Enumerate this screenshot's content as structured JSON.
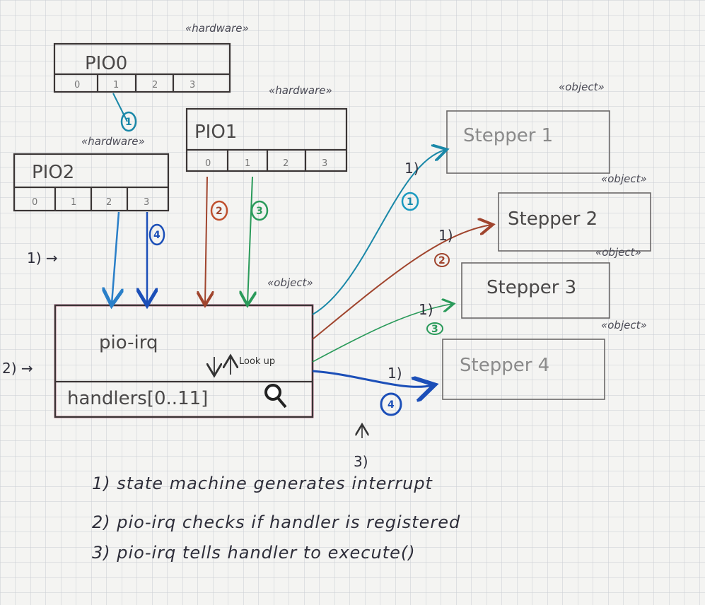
{
  "colors": {
    "paper": "#f4f4f2",
    "grid": "#c9ccd3",
    "teal": "#1a88a8",
    "blue": "#1c4fb8",
    "light_blue": "#2a7fc8",
    "red": "#a0452e",
    "green": "#2a9a5a",
    "magenta": "#b0406a"
  },
  "hardware": [
    {
      "stereotype": "«hardware»",
      "name": "PIO0",
      "cells": [
        "0",
        "1",
        "2",
        "3"
      ]
    },
    {
      "stereotype": "«hardware»",
      "name": "PIO1",
      "cells": [
        "0",
        "1",
        "2",
        "3"
      ]
    },
    {
      "stereotype": "«hardware»",
      "name": "PIO2",
      "cells": [
        "0",
        "1",
        "2",
        "3"
      ]
    }
  ],
  "steppers": [
    {
      "stereotype": "«object»",
      "name": "Stepper 1"
    },
    {
      "stereotype": "«object»",
      "name": "Stepper 2"
    },
    {
      "stereotype": "«object»",
      "name": "Stepper 3"
    },
    {
      "stereotype": "«object»",
      "name": "Stepper 4"
    }
  ],
  "pio_irq": {
    "stereotype": "«object»",
    "name": "pio-irq",
    "lookup_label": "Look up",
    "handlers": "handlers[0..11]",
    "search_icon": "magnifier-icon"
  },
  "badges": [
    "1",
    "2",
    "3",
    "4"
  ],
  "call_labels": [
    "1)",
    "1)",
    "1)",
    "1)"
  ],
  "step_markers": {
    "one": "1) →",
    "two": "2) →",
    "three": "3)"
  },
  "notes": [
    "1)  state machine generates interrupt",
    "2)  pio-irq checks if handler is registered",
    "3)  pio-irq tells handler to execute()"
  ]
}
